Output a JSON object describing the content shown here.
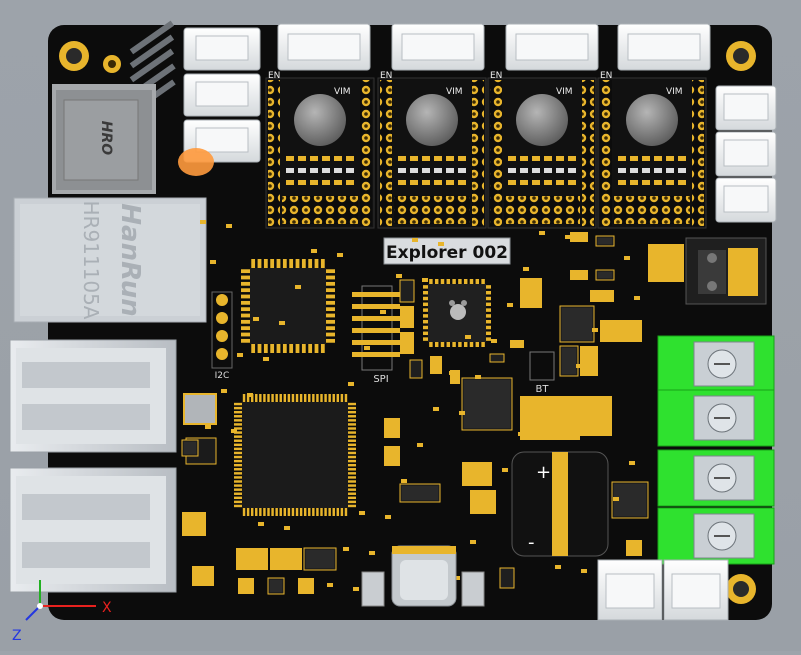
{
  "viewport": {
    "title_label": "Explorer 002"
  },
  "colors": {
    "pcb": "#0c0c0c",
    "gold": "#e8b52c",
    "connector_white": "#eef0f1",
    "terminal_green": "#2fe12f",
    "chip_dark": "#1b1b1b",
    "ethernet_gray": "#c7ccd2",
    "axis_x": "#e8211e",
    "axis_z": "#2437e0"
  },
  "silkscreen": {
    "en_labels": [
      "EN",
      "EN",
      "EN",
      "EN"
    ],
    "vim_labels": [
      "VIM",
      "VIM",
      "VIM",
      "VIM"
    ],
    "i2c": "I2C",
    "spi": "SPI",
    "bt": "BT"
  },
  "components": {
    "ethernet_brand": "HanRun",
    "ethernet_model": "HR911105A",
    "sd_brand": "HRO"
  },
  "axes": {
    "x": "X",
    "z": "Z"
  },
  "icons": {
    "raspberry": "raspberry-logo-icon",
    "axis_triad": "axis-triad-icon"
  }
}
